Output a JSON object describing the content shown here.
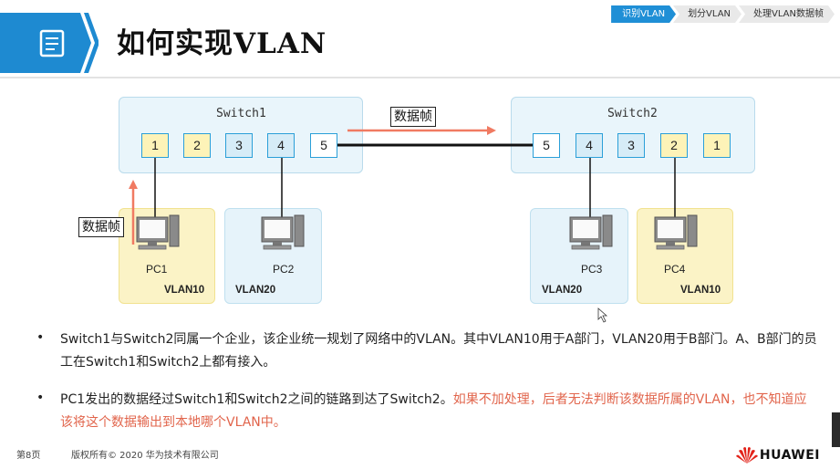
{
  "breadcrumbs": [
    {
      "label": "识别VLAN",
      "active": true
    },
    {
      "label": "划分VLAN",
      "active": false
    },
    {
      "label": "处理VLAN数据帧",
      "active": false
    }
  ],
  "page_title": "如何实现VLAN",
  "diagram": {
    "switch1": {
      "label": "Switch1",
      "ports": [
        {
          "label": "1",
          "color": "yellow"
        },
        {
          "label": "2",
          "color": "yellow"
        },
        {
          "label": "3",
          "color": "blue"
        },
        {
          "label": "4",
          "color": "blue"
        },
        {
          "label": "5",
          "color": "white"
        }
      ]
    },
    "switch2": {
      "label": "Switch2",
      "ports": [
        {
          "label": "5",
          "color": "white"
        },
        {
          "label": "4",
          "color": "blue"
        },
        {
          "label": "3",
          "color": "blue"
        },
        {
          "label": "2",
          "color": "yellow"
        },
        {
          "label": "1",
          "color": "yellow"
        }
      ]
    },
    "frame_label_trunk": "数据帧",
    "frame_label_pc1": "数据帧",
    "pcs": [
      {
        "name": "PC1",
        "vlan": "VLAN10",
        "color": "yellow"
      },
      {
        "name": "PC2",
        "vlan": "VLAN20",
        "color": "blue"
      },
      {
        "name": "PC3",
        "vlan": "VLAN20",
        "color": "blue"
      },
      {
        "name": "PC4",
        "vlan": "VLAN10",
        "color": "yellow"
      }
    ],
    "colors": {
      "port_border": "#2a9fd8",
      "arrow": "#f07a62",
      "vlan10": "#fbf3c6",
      "vlan20": "#e6f3fa"
    }
  },
  "bullets": [
    {
      "normal": "Switch1与Switch2同属一个企业，该企业统一规划了网络中的VLAN。其中VLAN10用于A部门，VLAN20用于B部门。A、B部门的员工在Switch1和Switch2上都有接入。",
      "highlight": ""
    },
    {
      "normal": "PC1发出的数据经过Switch1和Switch2之间的链路到达了Switch2。",
      "highlight": "如果不加处理，后者无法判断该数据所属的VLAN，也不知道应该将这个数据输出到本地哪个VLAN中。"
    }
  ],
  "footer": {
    "page": "第8页",
    "copyright": "版权所有© 2020 华为技术有限公司",
    "brand": "HUAWEI"
  }
}
